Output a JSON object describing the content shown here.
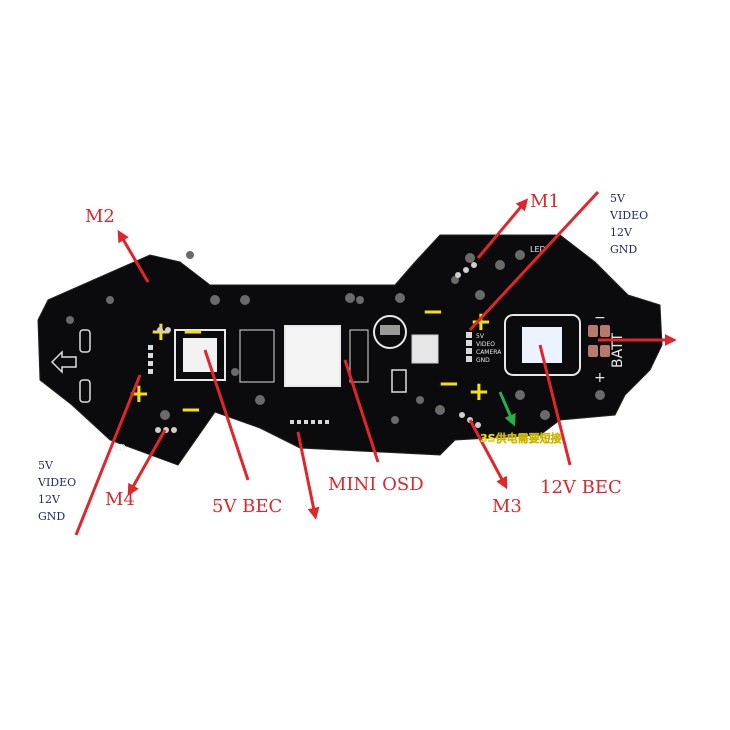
{
  "labels": {
    "m1": "M1",
    "m2": "M2",
    "m3": "M3",
    "m4": "M4",
    "bec5": "5V  BEC",
    "bec12": "12V  BEC",
    "mini_osd": "MINI  OSD",
    "batt": "BATT",
    "note": "3S供电需要短接",
    "led": "LED"
  },
  "pinout_right": [
    "5V",
    "VIDEO",
    "12V",
    "GND"
  ],
  "pinout_left": [
    "5V",
    "VIDEO",
    "12V",
    "GND"
  ],
  "silk_pins": [
    "5V",
    "VIDEO",
    "CAMERA",
    "GND"
  ],
  "colors": {
    "board": "#0b0b0d",
    "arrow_red": "#e0262b",
    "pinout_blue": "#1c2a7a",
    "polarity_yellow": "#f4e10a",
    "note_arrow_green": "#22b14c"
  }
}
